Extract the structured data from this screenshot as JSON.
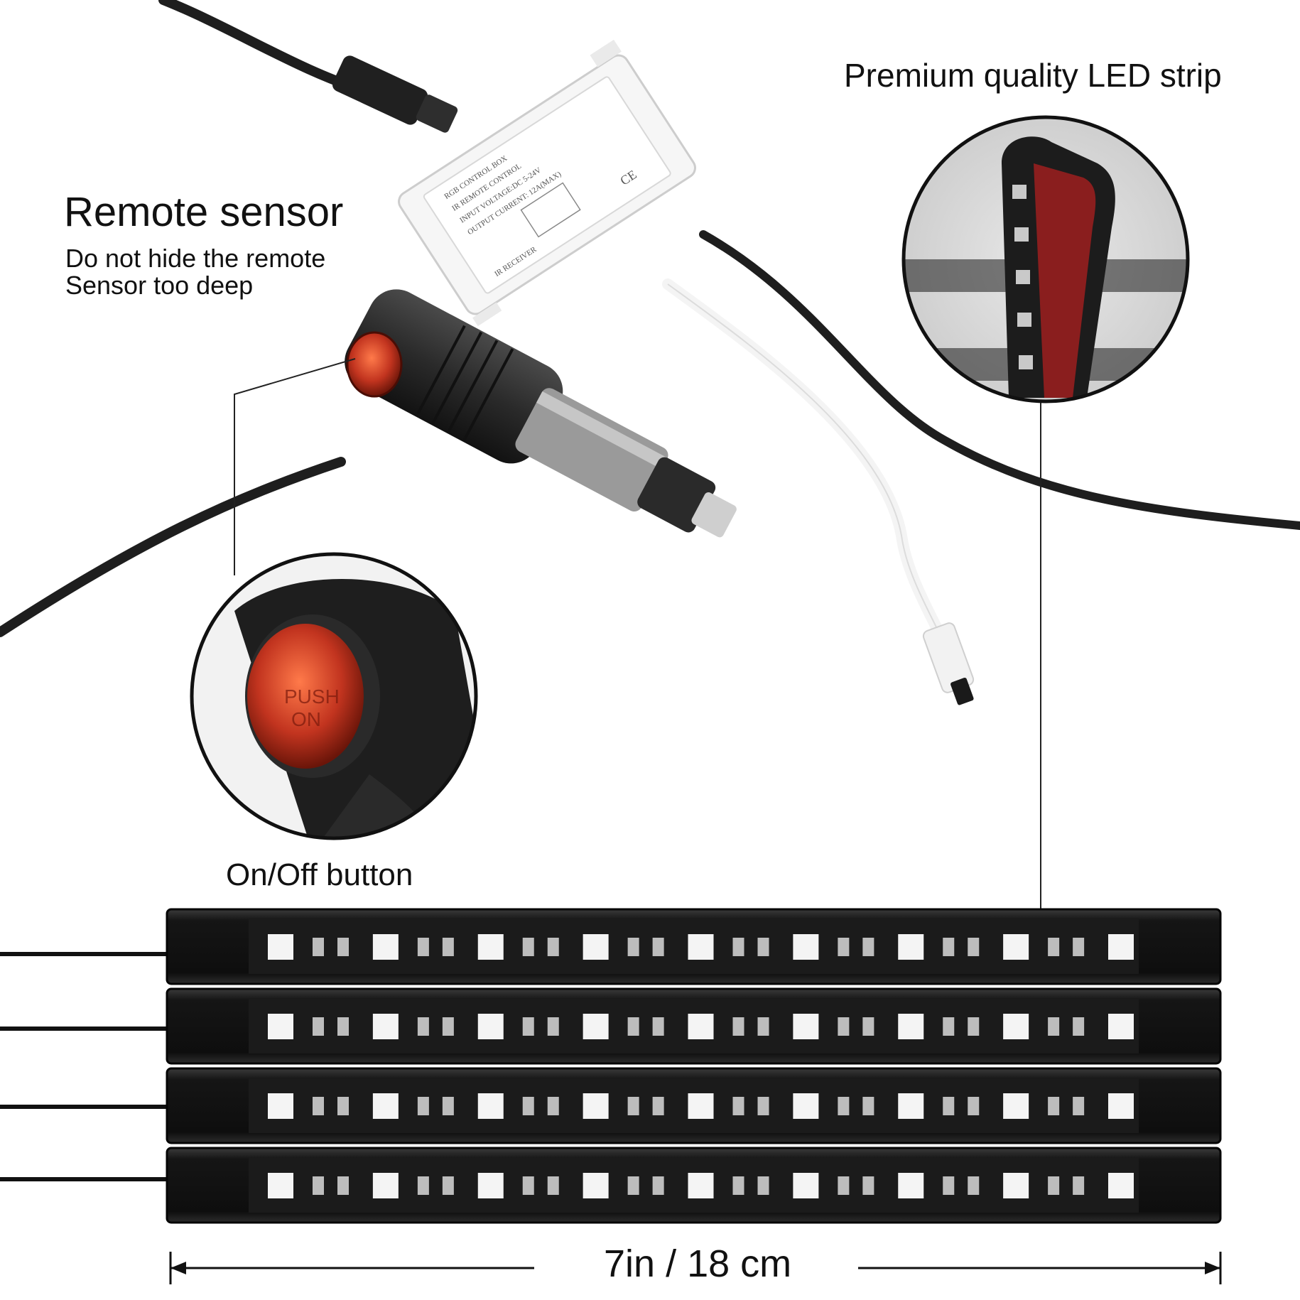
{
  "labels": {
    "remote_sensor_title": "Remote sensor",
    "remote_sensor_note_line1": "Do not hide the remote",
    "remote_sensor_note_line2": "Sensor too deep",
    "led_strip_title": "Premium quality LED strip",
    "onoff_title": "On/Off button",
    "dimension": "7in / 18 cm"
  },
  "control_box_print": {
    "line1": "RGB CONTROL BOX",
    "line2": "IR REMOTE CONTROL",
    "line3": "INPUT VOLTAGE:DC 5-24V",
    "line4": "OUTPUT CURRENT: 12A(MAX)",
    "line5": "IR RECEIVER",
    "mark": "CE"
  },
  "button_print": {
    "line1": "PUSH",
    "line2": "ON"
  },
  "colors": {
    "cable": "#1e1e1e",
    "strip_body": "#131313",
    "led_white": "#f4f4f4",
    "button_red": "#c2341f",
    "callout_line": "#222222"
  },
  "strips": {
    "count": 4,
    "leds_per_strip": 9
  }
}
